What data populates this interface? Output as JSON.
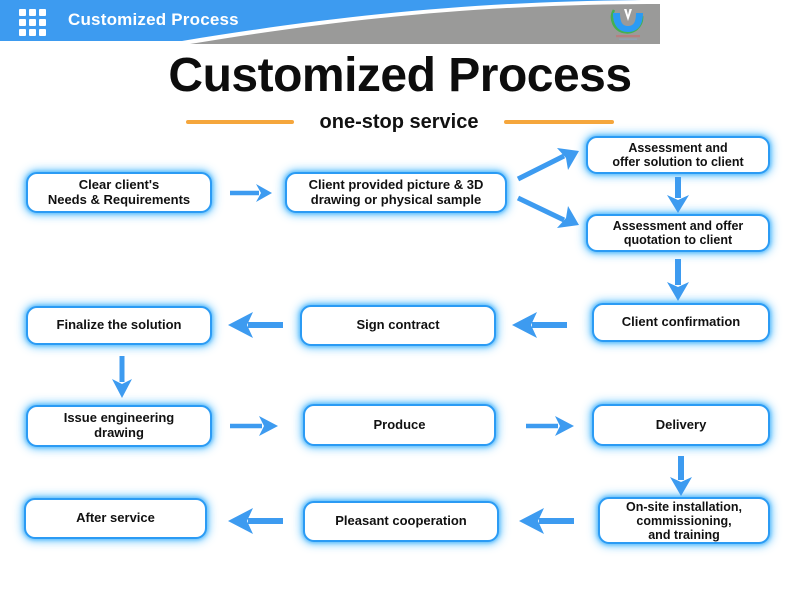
{
  "header": {
    "title": "Customized Process",
    "grid_icon": "grid-menu-icon",
    "logo_icon": "company-logo",
    "colors": {
      "blue": "#3d9bf0",
      "gray": "#9a9a99"
    }
  },
  "title_block": {
    "title": "Customized Process",
    "subtitle": "one-stop service",
    "rule_color": "#f5a63c"
  },
  "theme": {
    "box_border": "#2b9bf4",
    "box_glow": "#5cc8ff",
    "arrow": "#3d9bf0",
    "text": "#111111"
  },
  "flow": {
    "boxes": [
      {
        "id": "clear-needs",
        "label": "Clear client's\nNeeds & Requirements",
        "font": 13
      },
      {
        "id": "client-provided",
        "label": "Client provided picture & 3D\ndrawing or physical sample",
        "font": 13
      },
      {
        "id": "assess-solution",
        "label": "Assessment and\noffer solution to client",
        "font": 12.5
      },
      {
        "id": "assess-quotation",
        "label": "Assessment and offer\nquotation to client",
        "font": 12.5
      },
      {
        "id": "client-confirmation",
        "label": "Client confirmation",
        "font": 13
      },
      {
        "id": "sign-contract",
        "label": "Sign contract",
        "font": 13
      },
      {
        "id": "finalize-solution",
        "label": "Finalize the solution",
        "font": 13
      },
      {
        "id": "issue-drawing",
        "label": "Issue engineering\ndrawing",
        "font": 13
      },
      {
        "id": "produce",
        "label": "Produce",
        "font": 13
      },
      {
        "id": "delivery",
        "label": "Delivery",
        "font": 13
      },
      {
        "id": "onsite-install",
        "label": "On-site installation,\ncommissioning,\nand training",
        "font": 12.5
      },
      {
        "id": "pleasant-coop",
        "label": "Pleasant cooperation",
        "font": 13
      },
      {
        "id": "after-service",
        "label": "After service",
        "font": 13
      }
    ],
    "connectors": [
      {
        "id": "clear-to-provided",
        "dir": "right"
      },
      {
        "id": "provided-to-solution",
        "dir": "up-right"
      },
      {
        "id": "provided-to-quotation",
        "dir": "down-right"
      },
      {
        "id": "solution-to-quotation",
        "dir": "down"
      },
      {
        "id": "quotation-to-confirmation",
        "dir": "down"
      },
      {
        "id": "confirmation-to-sign",
        "dir": "left"
      },
      {
        "id": "sign-to-finalize",
        "dir": "left"
      },
      {
        "id": "finalize-to-drawing",
        "dir": "down"
      },
      {
        "id": "drawing-to-produce",
        "dir": "right"
      },
      {
        "id": "produce-to-delivery",
        "dir": "right"
      },
      {
        "id": "delivery-to-onsite",
        "dir": "down"
      },
      {
        "id": "onsite-to-cooperation",
        "dir": "left"
      },
      {
        "id": "cooperation-to-afterservice",
        "dir": "left"
      }
    ]
  }
}
